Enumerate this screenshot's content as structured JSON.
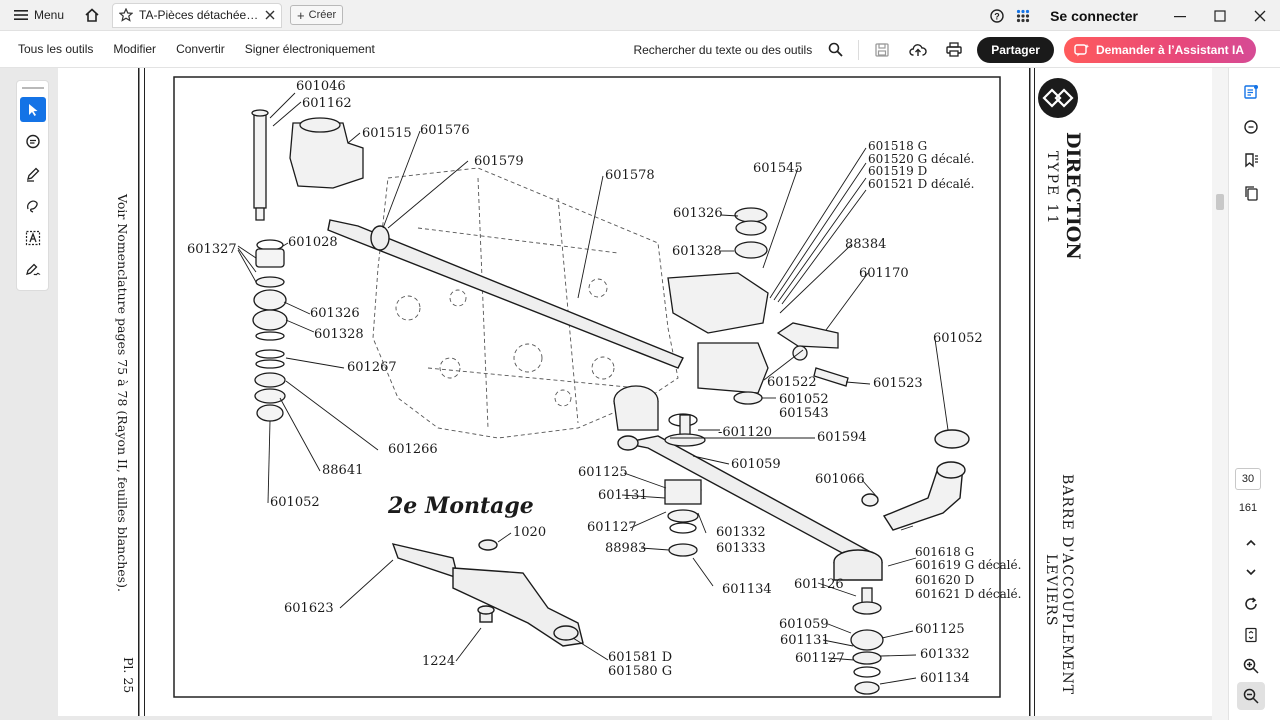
{
  "titlebar": {
    "menu_label": "Menu",
    "tab_title": "TA-Pièces détachées ...",
    "create_label": "Créer",
    "signin_label": "Se connecter"
  },
  "toolbar": {
    "links": [
      "Tous les outils",
      "Modifier",
      "Convertir",
      "Signer électroniquement"
    ],
    "search_label": "Rechercher du texte ou des outils",
    "share_label": "Partager",
    "ai_label": "Demander à l’Assistant IA"
  },
  "navigation": {
    "current_page": "30",
    "total_pages": "161"
  },
  "document": {
    "side_note": "Voir Nomenclature pages 75 à 78 (Rayon II, feuilles blanches).",
    "plate": "Pl. 25",
    "section_title": "DIRECTION",
    "section_type": "TYPE 11",
    "section_sub1": "BARRE D'ACCOUPLEMENT",
    "section_sub2": "LEVIERS",
    "montage": "2e Montage",
    "labels": {
      "l601046": "601046",
      "l601162": "601162",
      "l601515": "601515",
      "l601576": "601576",
      "l601579": "601579",
      "l601578": "601578",
      "l601545": "601545",
      "l601518": "601518 G",
      "l601520": "601520 G décalé.",
      "l601519": "601519 D",
      "l601521": "601521 D décalé.",
      "l601326a": "601326",
      "l601328a": "601328",
      "l88384": "88384",
      "l601170": "601170",
      "l601327": "601327",
      "l601028": "601028",
      "l601326b": "601326",
      "l601328b": "601328",
      "l601267": "601267",
      "l601266": "601266",
      "l88641": "88641",
      "l601052a": "601052",
      "l601052b": "601052",
      "l601522": "601522",
      "l601523": "601523",
      "l601052c": "601052",
      "l601543": "601543",
      "l601120": "-601120",
      "l601594": "601594",
      "l601059a": "601059",
      "l601066": "601066",
      "l601125a": "601125",
      "l601131a": "601131",
      "l601127a": "601127",
      "l601332a": "601332",
      "l601333": "601333",
      "l88983": "88983",
      "l601134a": "601134",
      "l601618": "601618 G",
      "l601619": "601619 G décalé.",
      "l601620": "601620 D",
      "l601621": "601621 D décalé.",
      "l601126": "601126",
      "l1020": "1020",
      "l601623": "601623",
      "l601059b": "601059",
      "l601131b": "601131",
      "l601127b": "601127",
      "l601125b": "601125",
      "l601332b": "601332",
      "l601134b": "601134",
      "l1224": "1224",
      "l601581": "601581 D",
      "l601580": "601580 G"
    }
  },
  "icons": {
    "menu": "hamburger-icon",
    "home": "home-icon",
    "star": "star-icon",
    "help": "help-icon",
    "apps": "apps-grid-icon",
    "search": "search-icon",
    "save": "save-icon",
    "upload": "upload-icon",
    "print": "print-icon",
    "ai": "ai-assistant-icon"
  },
  "colors": {
    "accent": "#1473e6",
    "ai_gradient_start": "#ff5b5b",
    "ai_gradient_end": "#d64b95",
    "share": "#1a1a1a"
  }
}
